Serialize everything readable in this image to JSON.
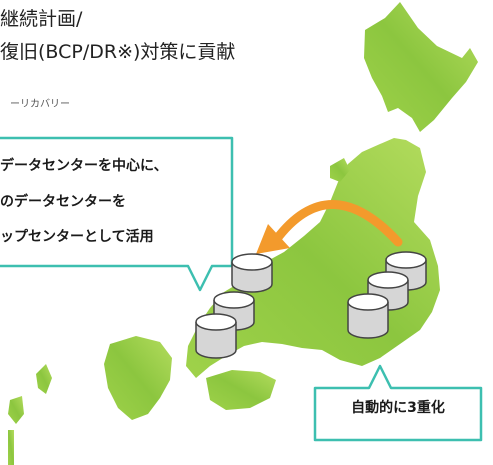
{
  "header": {
    "title_line1": "継続計画/",
    "title_line2": "復旧(BCP/DR※)対策に貢献",
    "subtitle": "ーリカバリー"
  },
  "callout": {
    "line1": "データセンターを中心に、",
    "line2": "のデータセンターを",
    "line3": "ップセンターとして活用"
  },
  "badge": {
    "label": "自動的に3重化"
  },
  "colors": {
    "map_light": "#b7dd5b",
    "map_mid": "#8cc63f",
    "map_dark": "#6bb33a",
    "arrow": "#f39a2c",
    "callout_border": "#3dbfb0",
    "cylinder_top": "#ffffff",
    "cylinder_body": "#d6d6d6",
    "cylinder_stroke": "#444444"
  },
  "icons": {
    "storage": "database-cylinder-icon",
    "arrow": "curved-arrow-icon"
  }
}
